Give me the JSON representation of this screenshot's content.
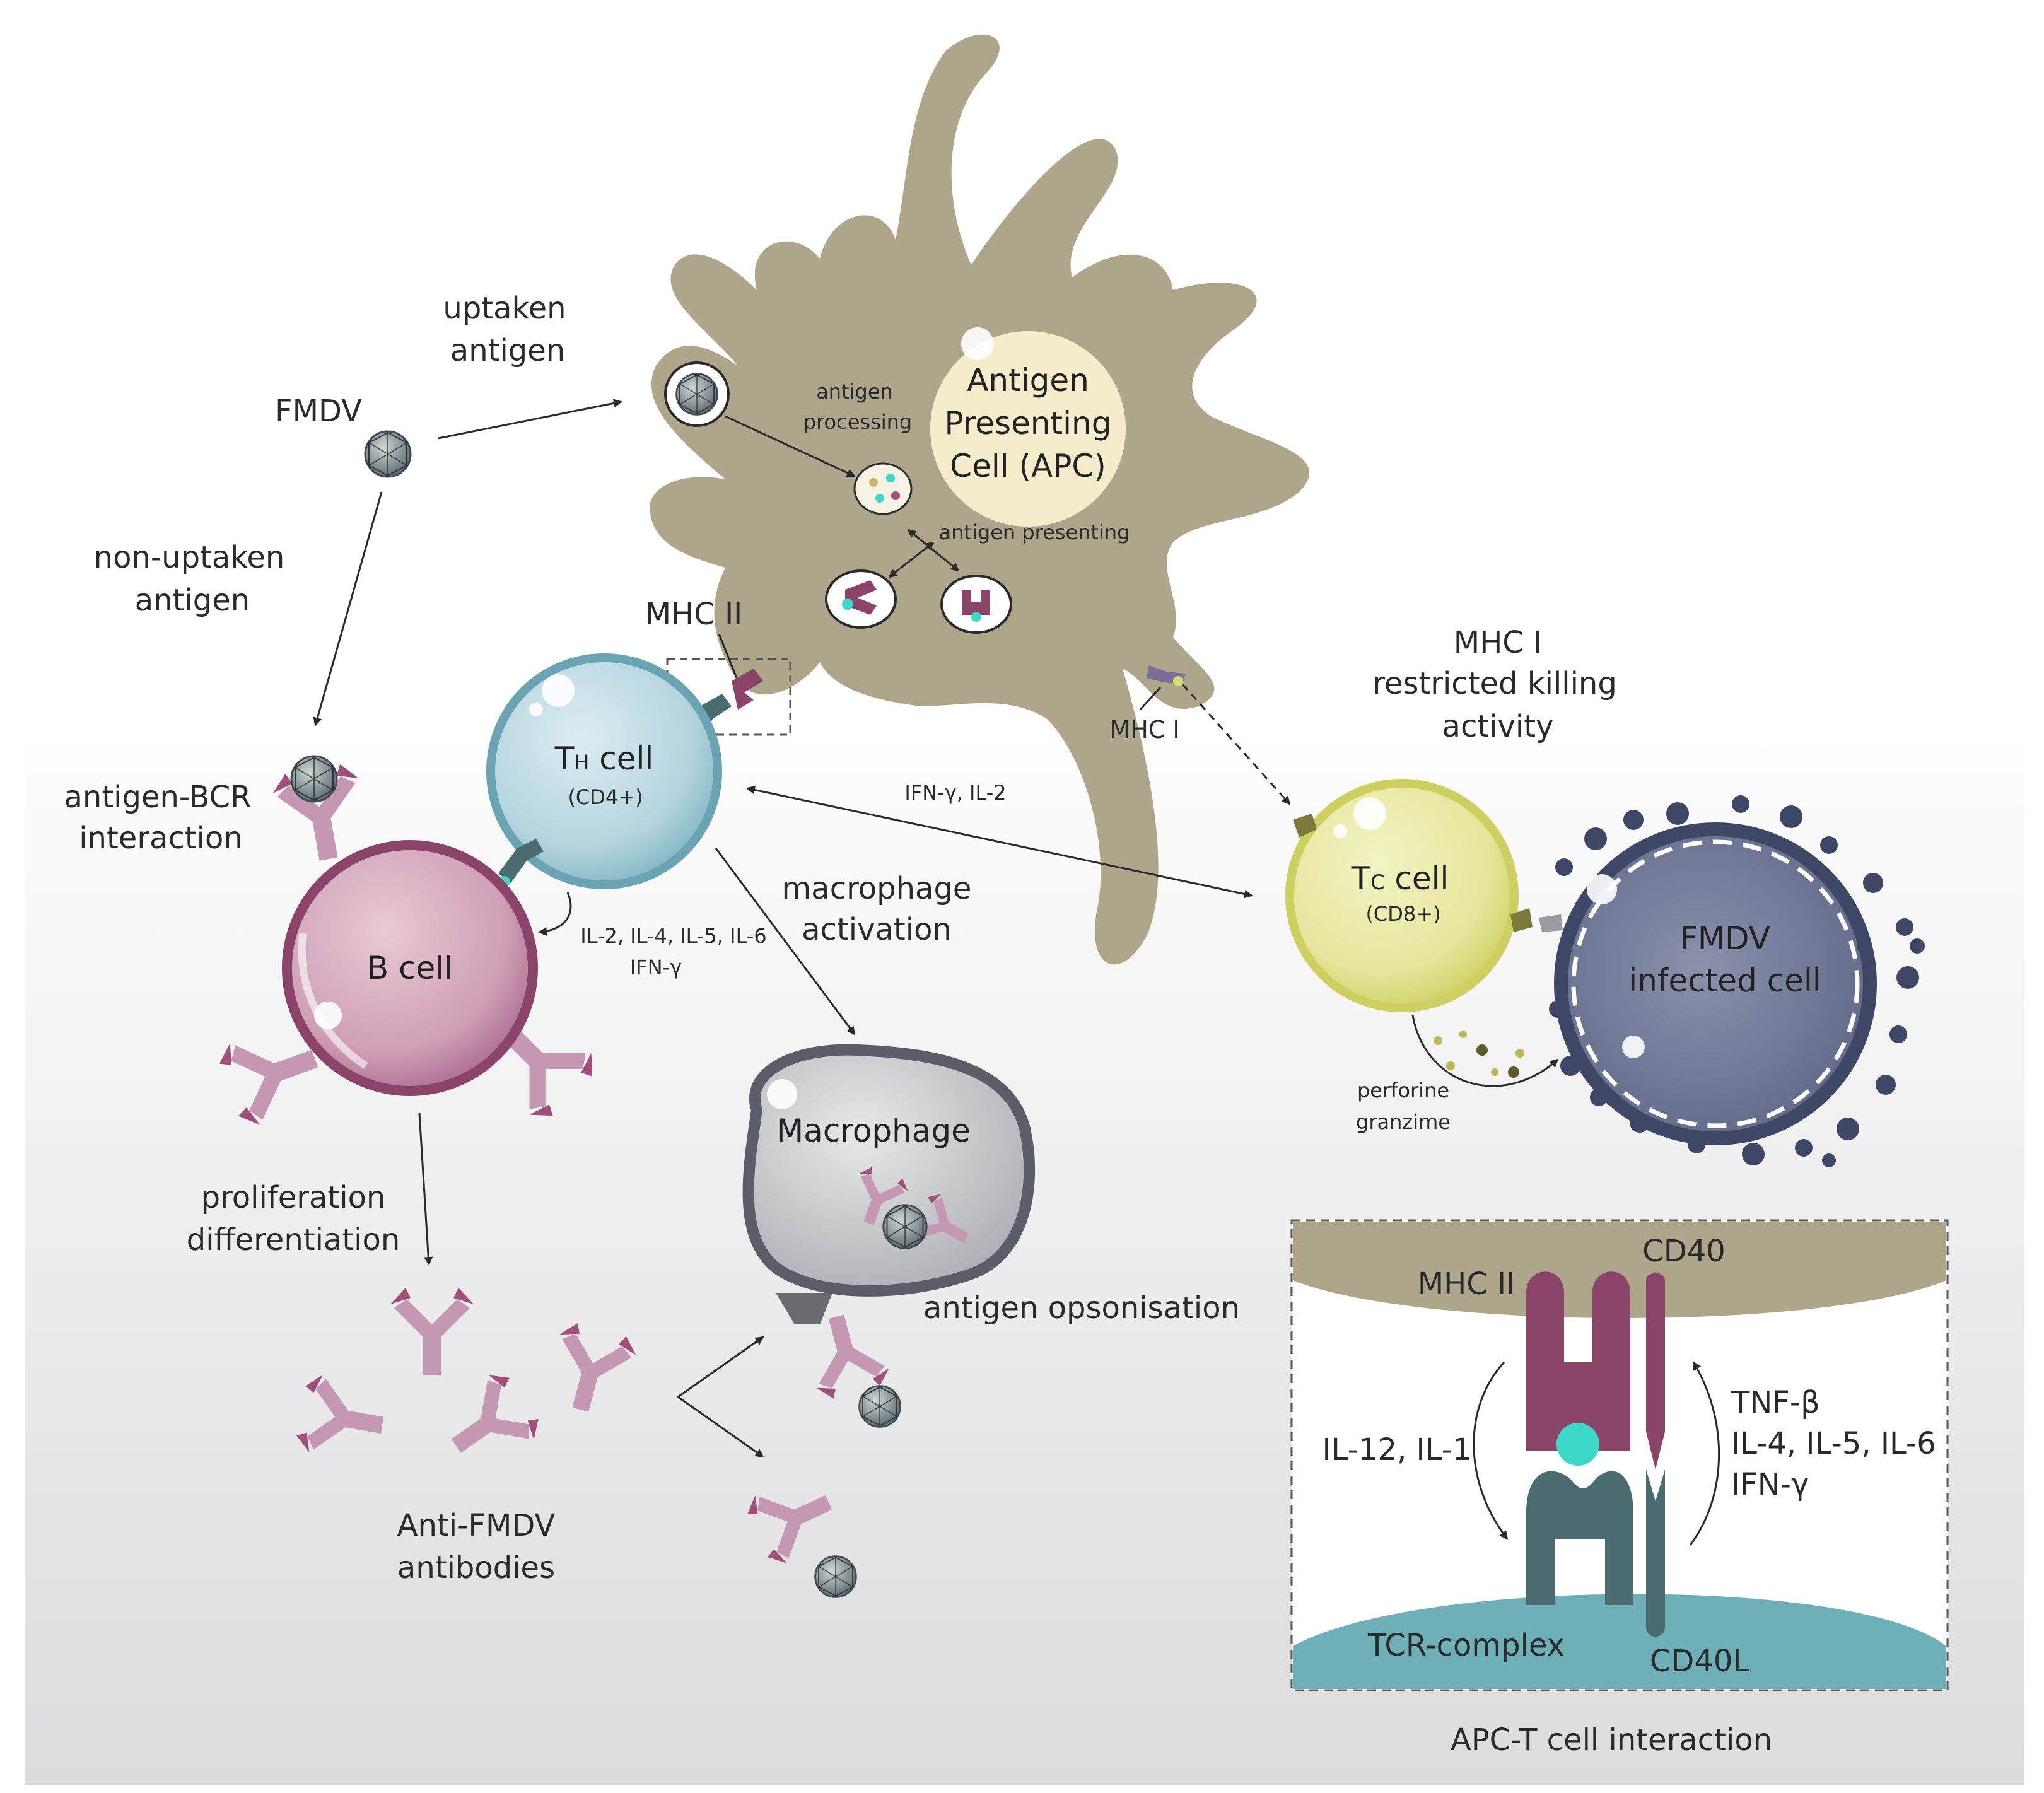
{
  "labels": {
    "fmdv": "FMDV",
    "uptaken_1": "uptaken",
    "uptaken_2": "antigen",
    "non_uptaken_1": "non-uptaken",
    "non_uptaken_2": "antigen",
    "antigen_processing_1": "antigen",
    "antigen_processing_2": "processing",
    "antigen_presenting": "antigen presenting",
    "apc_1": "Antigen",
    "apc_2": "Presenting",
    "apc_3": "Cell (APC)",
    "mhc2_top": "MHC II",
    "mhc1_apc": "MHC I",
    "mhc1_restricted_1": "MHC I",
    "mhc1_restricted_2": "restricted killing",
    "mhc1_restricted_3": "activity",
    "th_cell_main": "T",
    "th_cell_sub": "H",
    "th_cell_rest": " cell",
    "th_cd": "(CD4+)",
    "tc_cell_main": "T",
    "tc_cell_sub": "C",
    "tc_cell_rest": " cell",
    "tc_cd": "(CD8+)",
    "ifn_il2": "IFN-γ, IL-2",
    "antigen_bcr_1": "antigen-BCR",
    "antigen_bcr_2": "interaction",
    "b_cell": "B cell",
    "interleukins_1": "IL-2, IL-4, IL-5, IL-6",
    "interleukins_2": "IFN-γ",
    "macrophage_activation_1": "macrophage",
    "macrophage_activation_2": "activation",
    "fmdv_infected_1": "FMDV",
    "fmdv_infected_2": "infected cell",
    "perforine": "perforine",
    "granzime": "granzime",
    "macrophage": "Macrophage",
    "proliferation": "proliferation",
    "differentiation": "differentiation",
    "antigen_opsonisation": "antigen opsonisation",
    "anti_fmdv_1": "Anti-FMDV",
    "anti_fmdv_2": "antibodies"
  },
  "inset": {
    "caption": "APC-T cell interaction",
    "mhc2": "MHC II",
    "cd40": "CD40",
    "il12": "IL-12, IL-1",
    "tnf": "TNF-β",
    "il456": "IL-4, IL-5, IL-6",
    "ifn": "IFN-γ",
    "tcr": "TCR-complex",
    "cd40l": "CD40L"
  },
  "colors": {
    "apc": "#aea68b",
    "apc_nucleus": "#f4eccb",
    "th_cell": "#7fb4c2",
    "tc_cell": "#d9dc78",
    "b_cell": "#a86b8a",
    "macrophage": "#5b5e68",
    "infected_cell": "#3e4866",
    "antibody": "#c598b2",
    "mhc2": "#8a4468",
    "tcr": "#4a6c70",
    "tcell_base": "#6fb0b8",
    "peptide": "#3ed8c8"
  }
}
